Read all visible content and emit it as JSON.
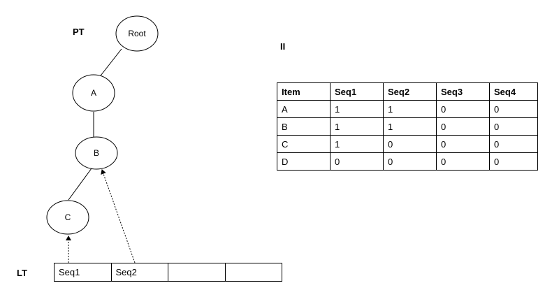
{
  "labels": {
    "pt": "PT",
    "ii": "II",
    "lt": "LT"
  },
  "tree": {
    "nodes": [
      "Root",
      "A",
      "B",
      "C"
    ]
  },
  "ii_table": {
    "headers": [
      "Item",
      "Seq1",
      "Seq2",
      "Seq3",
      "Seq4"
    ],
    "rows": [
      [
        "A",
        "1",
        "1",
        "0",
        "0"
      ],
      [
        "B",
        "1",
        "1",
        "0",
        "0"
      ],
      [
        "C",
        "1",
        "0",
        "0",
        "0"
      ],
      [
        "D",
        "0",
        "0",
        "0",
        "0"
      ]
    ]
  },
  "lt_table": {
    "cells": [
      "Seq1",
      "Seq2",
      "",
      ""
    ]
  }
}
